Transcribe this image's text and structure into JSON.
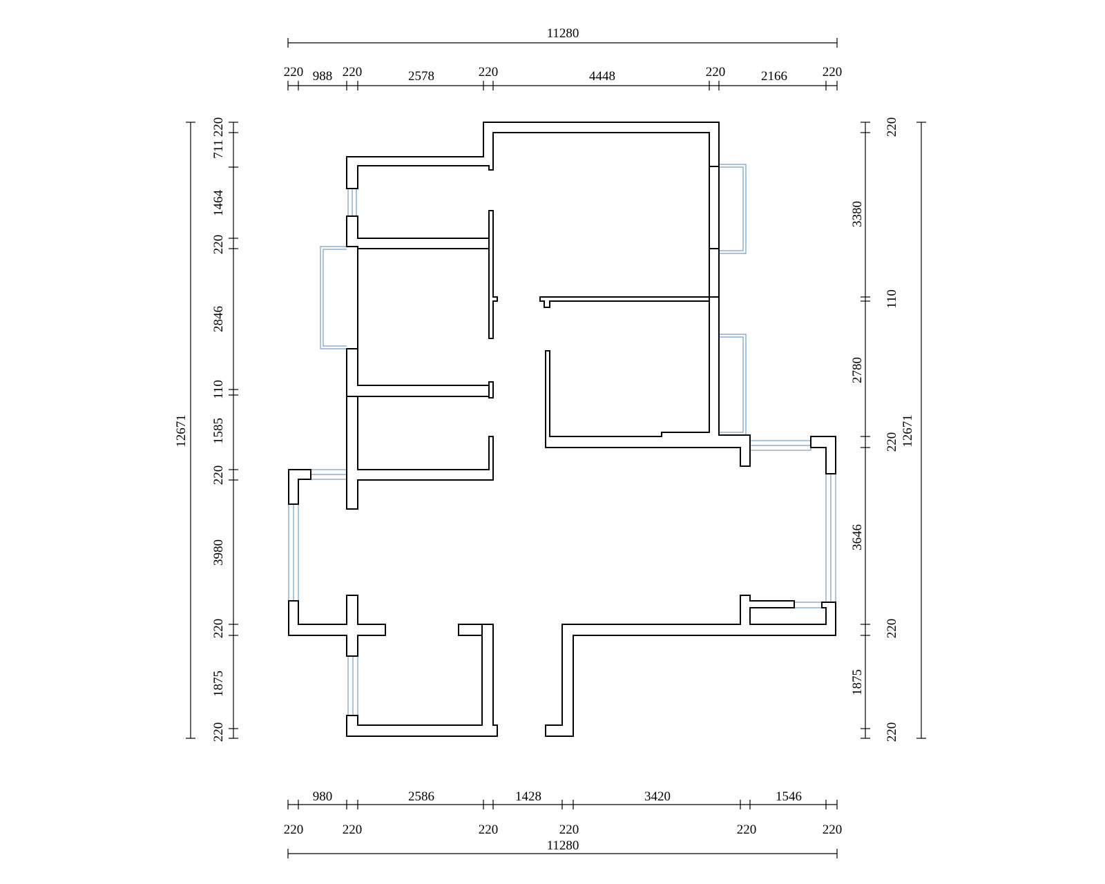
{
  "drawing": {
    "wall_color": "#000000",
    "window_color": "#6f9fc6",
    "background": "#ffffff"
  },
  "dimensions": {
    "top_total": "11280",
    "top": [
      "220",
      "988",
      "220",
      "2578",
      "220",
      "4448",
      "220",
      "2166",
      "220"
    ],
    "bottom_row1": [
      "980",
      "2586",
      "1428",
      "3420",
      "1546"
    ],
    "bottom_row2": [
      "220",
      "220",
      "220",
      "220",
      "220",
      "220"
    ],
    "bottom_total": "11280",
    "left": [
      "220",
      "711",
      "1464",
      "220",
      "2846",
      "110",
      "1585",
      "220",
      "3980",
      "220",
      "1875",
      "220"
    ],
    "left_total": "12671",
    "right": [
      "220",
      "3380",
      "110",
      "2780",
      "220",
      "3646",
      "220",
      "1875",
      "220"
    ],
    "right_total": "12671"
  }
}
